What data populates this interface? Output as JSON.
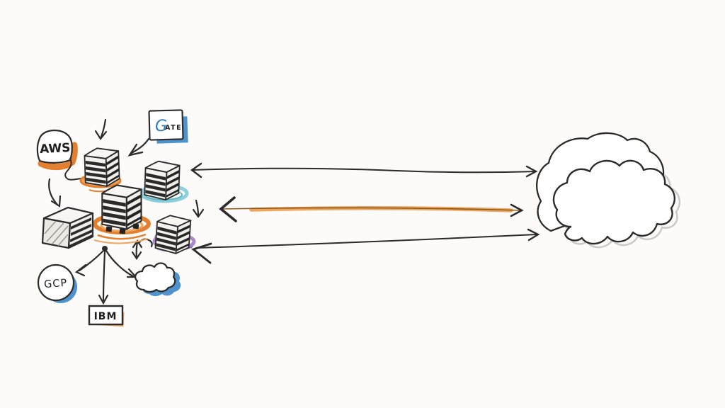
{
  "diagram": {
    "type": "hand-drawn multi-cloud architecture sketch",
    "badges": {
      "aws": {
        "label": "AWS"
      },
      "azure": {
        "glyph": "G",
        "label": "ATE"
      },
      "gcp": {
        "label": "GCP"
      },
      "ibm": {
        "label": "IBM"
      }
    },
    "icons": [
      {
        "name": "server-stack-icon",
        "count": 4,
        "highlight_rings": [
          "orange",
          "teal",
          "orange",
          "purple"
        ]
      },
      {
        "name": "datacenter-cube-icon"
      },
      {
        "name": "mini-cloud-icon",
        "shadow": "blue"
      },
      {
        "name": "big-cloud-icon",
        "shadow": "gray"
      }
    ],
    "arrows": [
      {
        "name": "top-link",
        "style": "bidirectional",
        "from": "server-cluster",
        "to": "big-cloud"
      },
      {
        "name": "middle-link",
        "style": "bidirectional",
        "from": "server-cluster",
        "to": "big-cloud",
        "highlight": "orange"
      },
      {
        "name": "bottom-link",
        "style": "bidirectional",
        "from": "server-cluster",
        "to": "big-cloud"
      },
      {
        "name": "hub-to-gcp"
      },
      {
        "name": "hub-to-ibm"
      },
      {
        "name": "hub-to-mini-cloud"
      },
      {
        "name": "drop-onto-stack-1"
      },
      {
        "name": "drop-onto-cube"
      },
      {
        "name": "azure-to-cluster"
      },
      {
        "name": "drop-between-stacks"
      },
      {
        "name": "vertical-double-arrow"
      }
    ],
    "colors": {
      "ink": "#2b2b2b",
      "orange": "#e2802f",
      "orange2": "#f0a55f",
      "blue": "#4f93ce",
      "teal": "#8ecfdb",
      "teal2": "#5fb4c6",
      "purple": "#a98bc8",
      "purple2": "#8f6fb3",
      "gray": "#c9c9c9",
      "paper": "#fcfbf9",
      "azureblue": "#2e7cb8"
    }
  }
}
